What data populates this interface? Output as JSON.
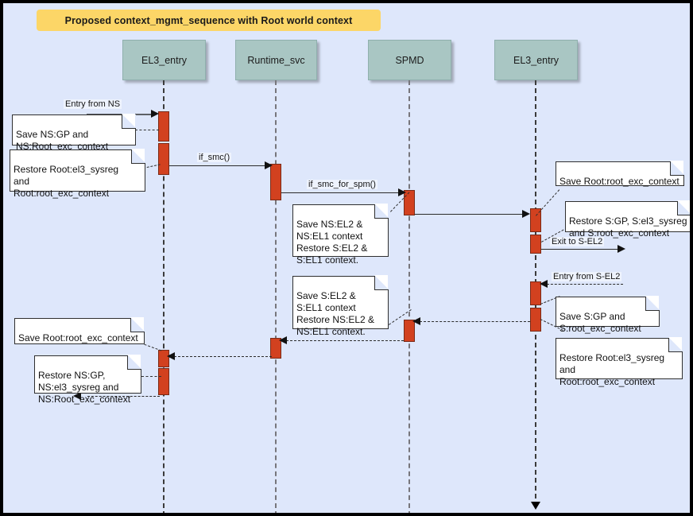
{
  "diagram": {
    "title": "Proposed context_mgmt_sequence with Root world context",
    "type": "sequence-diagram",
    "background_color": "#dee7fb",
    "title_color": "#fcd667",
    "participant_color": "#a9c6c3",
    "activation_color": "#d2411f"
  },
  "participants": [
    {
      "id": "el3_entry_left",
      "label": "EL3_entry"
    },
    {
      "id": "runtime_svc",
      "label": "Runtime_svc"
    },
    {
      "id": "spmd",
      "label": "SPMD"
    },
    {
      "id": "el3_entry_right",
      "label": "EL3_entry"
    }
  ],
  "messages": [
    {
      "id": "m1",
      "label": "Entry from NS",
      "style": "solid-thick",
      "direction": "right"
    },
    {
      "id": "m2",
      "label": "if_smc()",
      "style": "solid",
      "direction": "right"
    },
    {
      "id": "m3",
      "label": "if_smc_for_spm()",
      "style": "solid",
      "direction": "right"
    },
    {
      "id": "m4",
      "label": "",
      "style": "solid",
      "direction": "right"
    },
    {
      "id": "m5",
      "label": "Exit to S-EL2",
      "style": "solid",
      "direction": "right"
    },
    {
      "id": "m6",
      "label": "Entry from S-EL2",
      "style": "dashed",
      "direction": "left"
    },
    {
      "id": "m7",
      "label": "",
      "style": "dashed",
      "direction": "left"
    },
    {
      "id": "m8",
      "label": "",
      "style": "dashed",
      "direction": "left"
    },
    {
      "id": "m9",
      "label": "",
      "style": "dashed",
      "direction": "left"
    }
  ],
  "notes": [
    {
      "id": "n1",
      "text": "Save NS:GP and\nNS:Root_exc_context"
    },
    {
      "id": "n2",
      "text": "Restore Root:el3_sysreg\nand\nRoot:root_exc_context"
    },
    {
      "id": "n3",
      "text": "Save NS:EL2 &\nNS:EL1 context\nRestore S:EL2 &\nS:EL1 context."
    },
    {
      "id": "n4",
      "text": "Save Root:root_exc_context"
    },
    {
      "id": "n5",
      "text": "Restore S:GP, S:el3_sysreg\nand S:root_exc_context"
    },
    {
      "id": "n6",
      "text": "Save S:EL2 &\nS:EL1 context\nRestore NS:EL2 &\nNS:EL1 context."
    },
    {
      "id": "n7",
      "text": "Save S:GP and\nS:root_exc_context"
    },
    {
      "id": "n8",
      "text": "Restore Root:el3_sysreg\nand\nRoot:root_exc_context"
    },
    {
      "id": "n9",
      "text": "Save Root:root_exc_context"
    },
    {
      "id": "n10",
      "text": "Restore NS:GP,\nNS:el3_sysreg and\nNS:Root_exc_context"
    }
  ]
}
